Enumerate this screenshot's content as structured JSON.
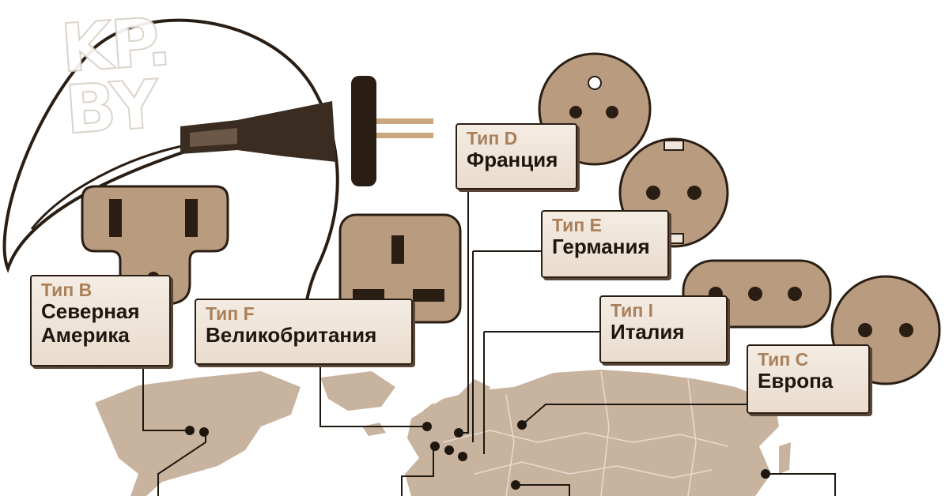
{
  "logo": {
    "line1": "KP.",
    "line2": "BY"
  },
  "colors": {
    "plug_fill": "#b99b7f",
    "plug_stroke": "#2a1e14",
    "hole": "#2a1e14",
    "map_land": "#c8b39e",
    "label_type": "#a9805a",
    "label_text": "#1e1710"
  },
  "sockets": [
    {
      "type": "Тип B",
      "country_lines": [
        "Северная",
        "Америка"
      ]
    },
    {
      "type": "Тип F",
      "country_lines": [
        "Великобритания"
      ]
    },
    {
      "type": "Тип D",
      "country_lines": [
        "Франция"
      ]
    },
    {
      "type": "Тип E",
      "country_lines": [
        "Германия"
      ]
    },
    {
      "type": "Тип I",
      "country_lines": [
        "Италия"
      ]
    },
    {
      "type": "Тип C",
      "country_lines": [
        "Европа"
      ]
    }
  ]
}
